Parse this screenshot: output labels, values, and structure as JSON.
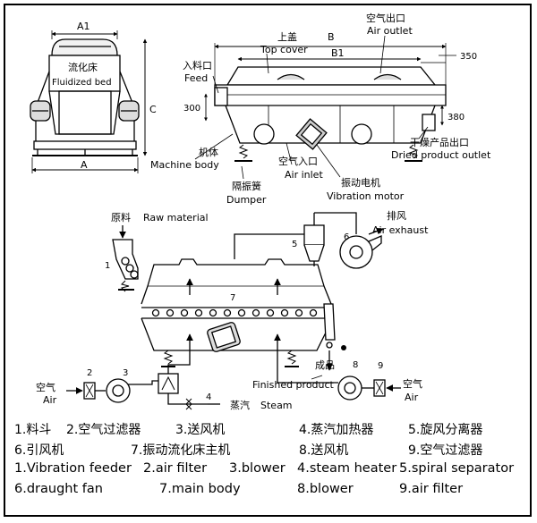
{
  "dims": {
    "a1": "A1",
    "a": "A",
    "c": "C",
    "b": "B",
    "b1": "B1",
    "d350": "350",
    "d300": "300",
    "d380": "380"
  },
  "labels": {
    "fluidized_bed_cn": "流化床",
    "fluidized_bed_en": "Fluidized bed",
    "air_outlet_cn": "空气出口",
    "air_outlet_en": "Air outlet",
    "top_cover_cn": "上盖",
    "top_cover_en": "Top cover",
    "feed_cn": "入料口",
    "feed_en": "Feed",
    "machine_body_cn": "机体",
    "machine_body_en": "Machine body",
    "air_inlet_cn": "空气入口",
    "air_inlet_en": "Air inlet",
    "dumper_cn": "隔振簧",
    "dumper_en": "Dumper",
    "vibration_motor_cn": "振动电机",
    "vibration_motor_en": "Vibration motor",
    "dried_outlet_cn": "干燥产品出口",
    "dried_outlet_en": "Dried product outlet",
    "raw_material_cn": "原料",
    "raw_material_en": "Raw material",
    "air_exhaust_cn": "排风",
    "air_exhaust_en": "Air exhaust",
    "steam_cn": "蒸汽",
    "steam_en": "Steam",
    "finished_cn": "成品",
    "finished_en": "Finished product",
    "air_cn": "空气",
    "air_en": "Air"
  },
  "numbers": [
    "1",
    "2",
    "3",
    "4",
    "5",
    "6",
    "7",
    "8",
    "9"
  ],
  "legend": {
    "cn": [
      [
        "1.料斗",
        "2.空气过滤器",
        "3.送风机",
        "4.蒸汽加热器",
        "5.旋风分离器"
      ],
      [
        "6.引风机",
        "7.振动流化床主机",
        "8.送风机",
        "9.空气过滤器"
      ]
    ],
    "en": [
      [
        "1.Vibration feeder",
        "2.air filter",
        "3.blower",
        "4.steam heater",
        "5.spiral separator"
      ],
      [
        "6.draught fan",
        "7.main body",
        "8.blower",
        "9.air filter"
      ]
    ]
  }
}
